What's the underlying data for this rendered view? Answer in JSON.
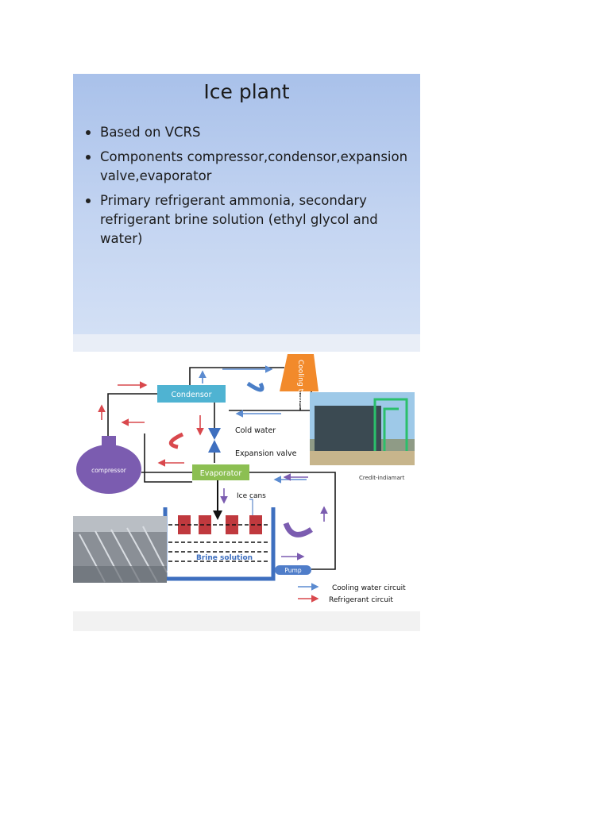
{
  "slide": {
    "title": "Ice plant",
    "bullets": [
      "Based on VCRS",
      "Components compressor,condensor,expansion valve,evaporator",
      "Primary refrigerant ammonia, secondary refrigerant  brine solution   (ethyl glycol and water)"
    ]
  },
  "diagram": {
    "cooling_tower": "Cooling tower",
    "condensor": "Condensor",
    "cold_water": "Cold water",
    "expansion_valve": "Expansion valve",
    "compressor": "compressor",
    "evaporator": "Evaporator",
    "ice_cans": "Ice cans",
    "brine_solution": "Brine solution",
    "pump": "Pump",
    "credit": "Credit-indiamart",
    "legend": {
      "cooling_water": "Cooling water circuit",
      "refrigerant": "Refrigerant circuit"
    },
    "colors": {
      "cooling_water": "#5b8bd0",
      "refrigerant": "#d9484d",
      "brine": "#7b5cb0",
      "condensor": "#4fb3d2",
      "evaporator": "#8cbf52",
      "cooling_tower": "#f28a2b",
      "ice_can": "#c0393e"
    }
  }
}
